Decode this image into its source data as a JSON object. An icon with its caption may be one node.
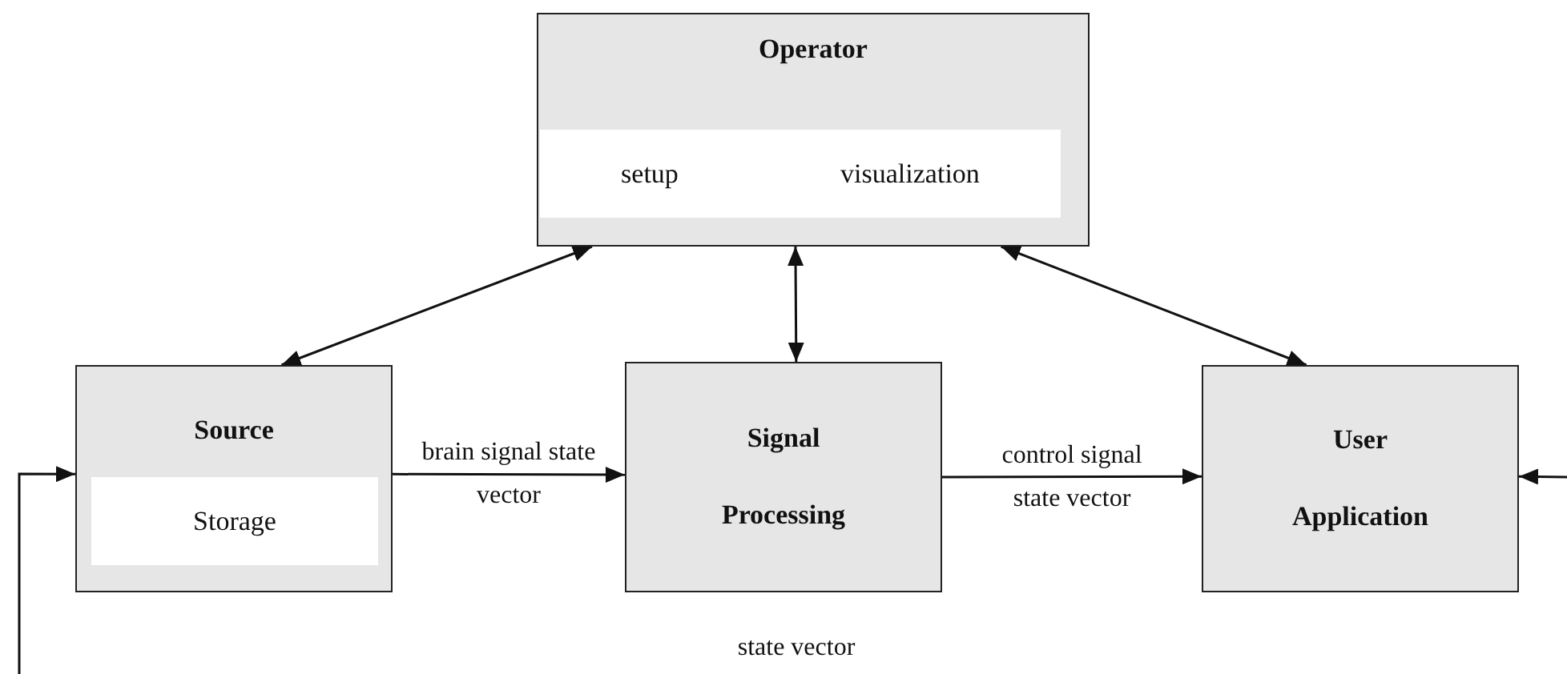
{
  "diagram": {
    "nodes": [
      {
        "text": [
          "Operator"
        ]
      },
      {
        "text": [
          "setup",
          "visualization"
        ],
        "in": 0
      },
      {
        "text": [
          "Source"
        ]
      },
      {
        "text": [
          "Storage"
        ],
        "in": 2
      },
      {
        "text": [
          "Signal Processing"
        ]
      },
      {
        "text": [
          "User Application"
        ]
      }
    ],
    "edges": [
      {
        "from": 0,
        "to": 2,
        "arrow": "both"
      },
      {
        "from": 0,
        "to": 4,
        "arrow": "both"
      },
      {
        "from": 0,
        "to": 5,
        "arrow": "both"
      },
      {
        "from": 2,
        "to": 4,
        "arrow": "to",
        "label": "brain signal state vector"
      },
      {
        "from": 4,
        "to": 5,
        "arrow": "to",
        "label": "control signal state vector"
      },
      {
        "from": null,
        "to": 2,
        "arrow": "to"
      },
      {
        "from": null,
        "to": 5,
        "arrow": "to"
      }
    ],
    "labels": [
      "state vector"
    ]
  }
}
